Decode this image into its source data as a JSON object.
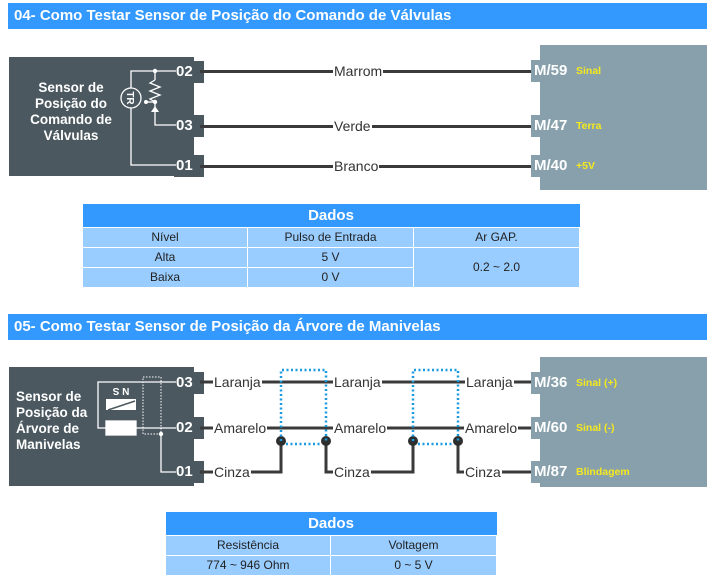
{
  "section1": {
    "title": "04- Como Testar Sensor de Posição do Comando de Válvulas",
    "sensor_label": "Sensor de Posição do Comando de Válvulas",
    "sensor_symbol": "TR",
    "pins": [
      {
        "sensor_pin": "02",
        "wire": "Marrom",
        "ecu_pin": "M/59",
        "function": "Sinal"
      },
      {
        "sensor_pin": "03",
        "wire": "Verde",
        "ecu_pin": "M/47",
        "function": "Terra"
      },
      {
        "sensor_pin": "01",
        "wire": "Branco",
        "ecu_pin": "M/40",
        "function": "+5V"
      }
    ],
    "table": {
      "title": "Dados",
      "headers": [
        "Nível",
        "Pulso de Entrada",
        "Ar GAP."
      ],
      "rows": [
        [
          "Alta",
          "5 V"
        ],
        [
          "Baixa",
          "0 V"
        ]
      ],
      "ar_gap": "0.2 ~ 2.0"
    }
  },
  "section2": {
    "title": "05- Como Testar Sensor de Posição da Árvore de Manivelas",
    "sensor_label": "Sensor de Posição da Árvore de Manivelas",
    "magnet_label": "N S",
    "pins": [
      {
        "sensor_pin": "03",
        "wire": "Laranja",
        "ecu_pin": "M/36",
        "function": "Sinal (+)"
      },
      {
        "sensor_pin": "02",
        "wire": "Amarelo",
        "ecu_pin": "M/60",
        "function": "Sinal (-)"
      },
      {
        "sensor_pin": "01",
        "wire": "Cinza",
        "ecu_pin": "M/87",
        "function": "Blindagem"
      }
    ],
    "table": {
      "title": "Dados",
      "headers": [
        "Resistência",
        "Voltagem"
      ],
      "rows": [
        [
          "774 ~ 946 Ohm",
          "0 ~ 5 V"
        ]
      ]
    }
  },
  "colors": {
    "title_bar": "#3399ff",
    "sensor_box": "#4b5860",
    "ecu_box": "#87a0ab",
    "function_text": "#f5e81f",
    "table_cell": "#99ccff",
    "shield_dotted": "#1a9ae0"
  }
}
